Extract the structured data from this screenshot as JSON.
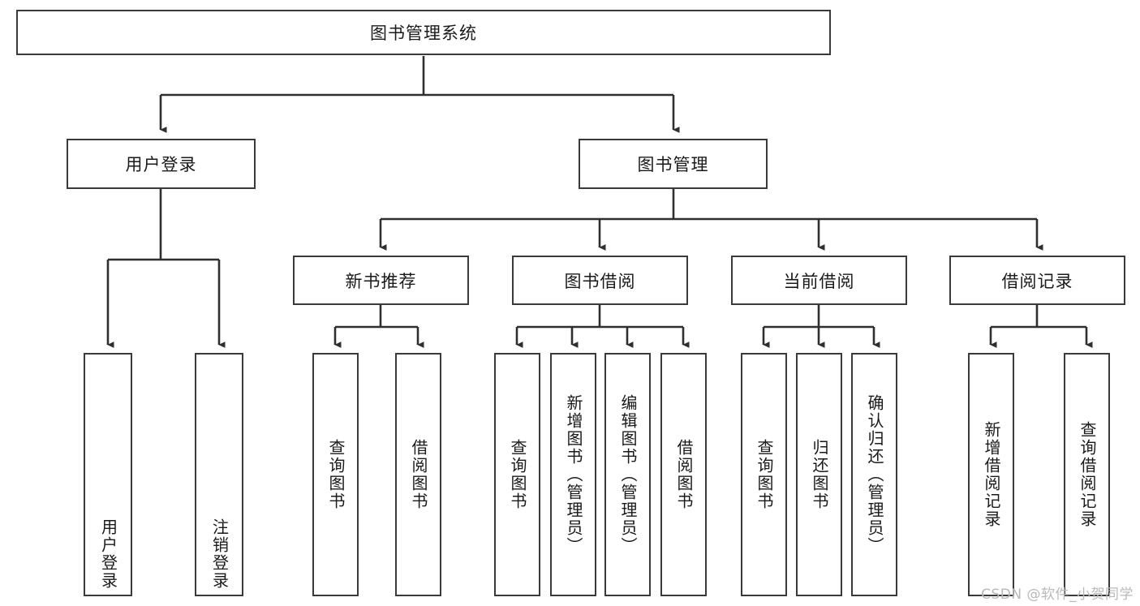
{
  "diagram": {
    "title": "图书管理系统",
    "type": "tree-hierarchy-chart",
    "root": {
      "name": "root-node",
      "label": "图书管理系统"
    },
    "level2": [
      {
        "name": "node-user-login",
        "label": "用户登录"
      },
      {
        "name": "node-book-management",
        "label": "图书管理"
      }
    ],
    "level3": [
      {
        "name": "node-new-book-recommend",
        "label": "新书推荐"
      },
      {
        "name": "node-book-borrow",
        "label": "图书借阅"
      },
      {
        "name": "node-current-borrow",
        "label": "当前借阅"
      },
      {
        "name": "node-borrow-record",
        "label": "借阅记录"
      }
    ],
    "leaves": {
      "user_login": [
        {
          "name": "leaf-user-login",
          "label": "用户登录"
        },
        {
          "name": "leaf-logout-login",
          "label": "注销登录"
        }
      ],
      "new_book_recommend": [
        {
          "name": "leaf-query-book-recommend",
          "label": "查询图书"
        },
        {
          "name": "leaf-borrow-book-recommend",
          "label": "借阅图书"
        }
      ],
      "book_borrow": [
        {
          "name": "leaf-query-book-borrow",
          "label": "查询图书"
        },
        {
          "name": "leaf-add-book",
          "label": "新增图书（管理员）"
        },
        {
          "name": "leaf-edit-book",
          "label": "编辑图书（管理员）"
        },
        {
          "name": "leaf-borrow-book",
          "label": "借阅图书"
        }
      ],
      "current_borrow": [
        {
          "name": "leaf-query-book-current",
          "label": "查询图书"
        },
        {
          "name": "leaf-return-book",
          "label": "归还图书"
        },
        {
          "name": "leaf-confirm-return",
          "label": "确认归还（管理员）"
        }
      ],
      "borrow_record": [
        {
          "name": "leaf-add-borrow-record",
          "label": "新增借阅记录"
        },
        {
          "name": "leaf-query-borrow-record",
          "label": "查询借阅记录"
        }
      ]
    }
  },
  "watermark": {
    "text": "CSDN @软件_小贺同学"
  },
  "colors": {
    "box_border": "#3a3a3a",
    "connector": "#2f2f2f",
    "background": "#ffffff",
    "text": "#1a1a1a",
    "watermark": "#b9b9b9"
  }
}
